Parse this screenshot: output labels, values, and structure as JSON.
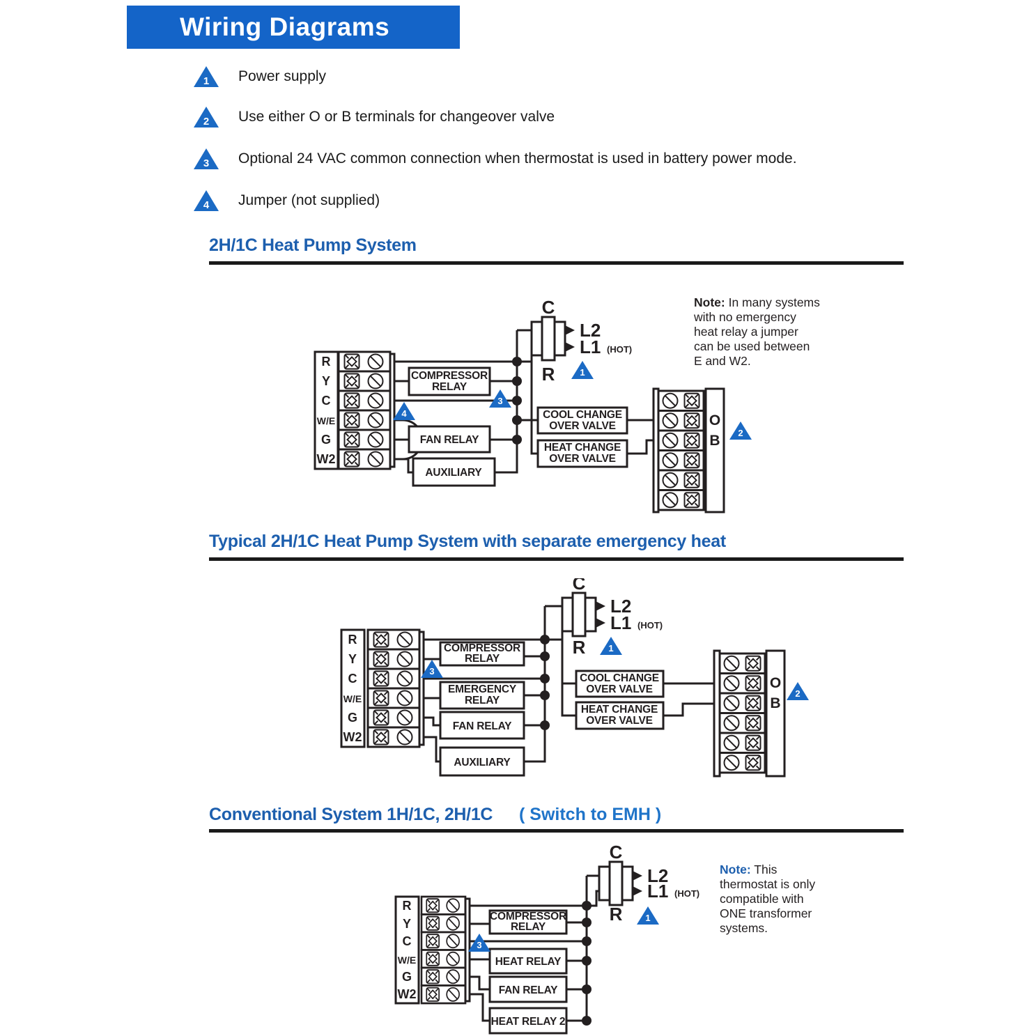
{
  "header": {
    "title": "Wiring Diagrams"
  },
  "legend": {
    "items": [
      {
        "num": "1",
        "text": "Power supply"
      },
      {
        "num": "2",
        "text": "Use either O or B terminals for changeover valve"
      },
      {
        "num": "3",
        "text": "Optional 24 VAC common connection when thermostat is used in battery power mode."
      },
      {
        "num": "4",
        "text": "Jumper (not supplied)"
      }
    ]
  },
  "labels": {
    "terminals": [
      "R",
      "Y",
      "C",
      "W/E",
      "G",
      "W2"
    ],
    "o": "O",
    "b": "B",
    "xfmr_top": "C",
    "xfmr_bottom": "R",
    "l2": "L2",
    "l1": "L1",
    "hot": "(HOT)",
    "m1": "1",
    "m2": "2",
    "m3": "3",
    "m4": "4",
    "note_label": "Note:"
  },
  "boxes": {
    "compressor1": "COMPRESSOR",
    "compressor2": "RELAY",
    "emergency1": "EMERGENCY",
    "emergency2": "RELAY",
    "fan": "FAN RELAY",
    "aux": "AUXILIARY",
    "heat_relay": "HEAT RELAY",
    "heat_relay2": "HEAT RELAY 2",
    "cool1": "COOL CHANGE",
    "cool2": "OVER VALVE",
    "heat1": "HEAT CHANGE",
    "heat2": "OVER VALVE"
  },
  "sections": {
    "s1": {
      "title": "2H/1C Heat Pump System",
      "note": "In many systems with no emergency heat relay a jumper can be used between E and W2."
    },
    "s2": {
      "title": "Typical 2H/1C Heat Pump System with separate emergency heat"
    },
    "s3": {
      "title": "Conventional System 1H/1C, 2H/1C",
      "suffix": "( Switch to EMH )",
      "note": "This thermostat is only compatible with ONE transformer systems."
    }
  },
  "colors": {
    "header_bg": "#1464c8",
    "title_blue": "#1d5fae",
    "suffix_blue": "#1f74c9",
    "triangle_blue": "#1b6ac4",
    "ink": "#231f20"
  }
}
